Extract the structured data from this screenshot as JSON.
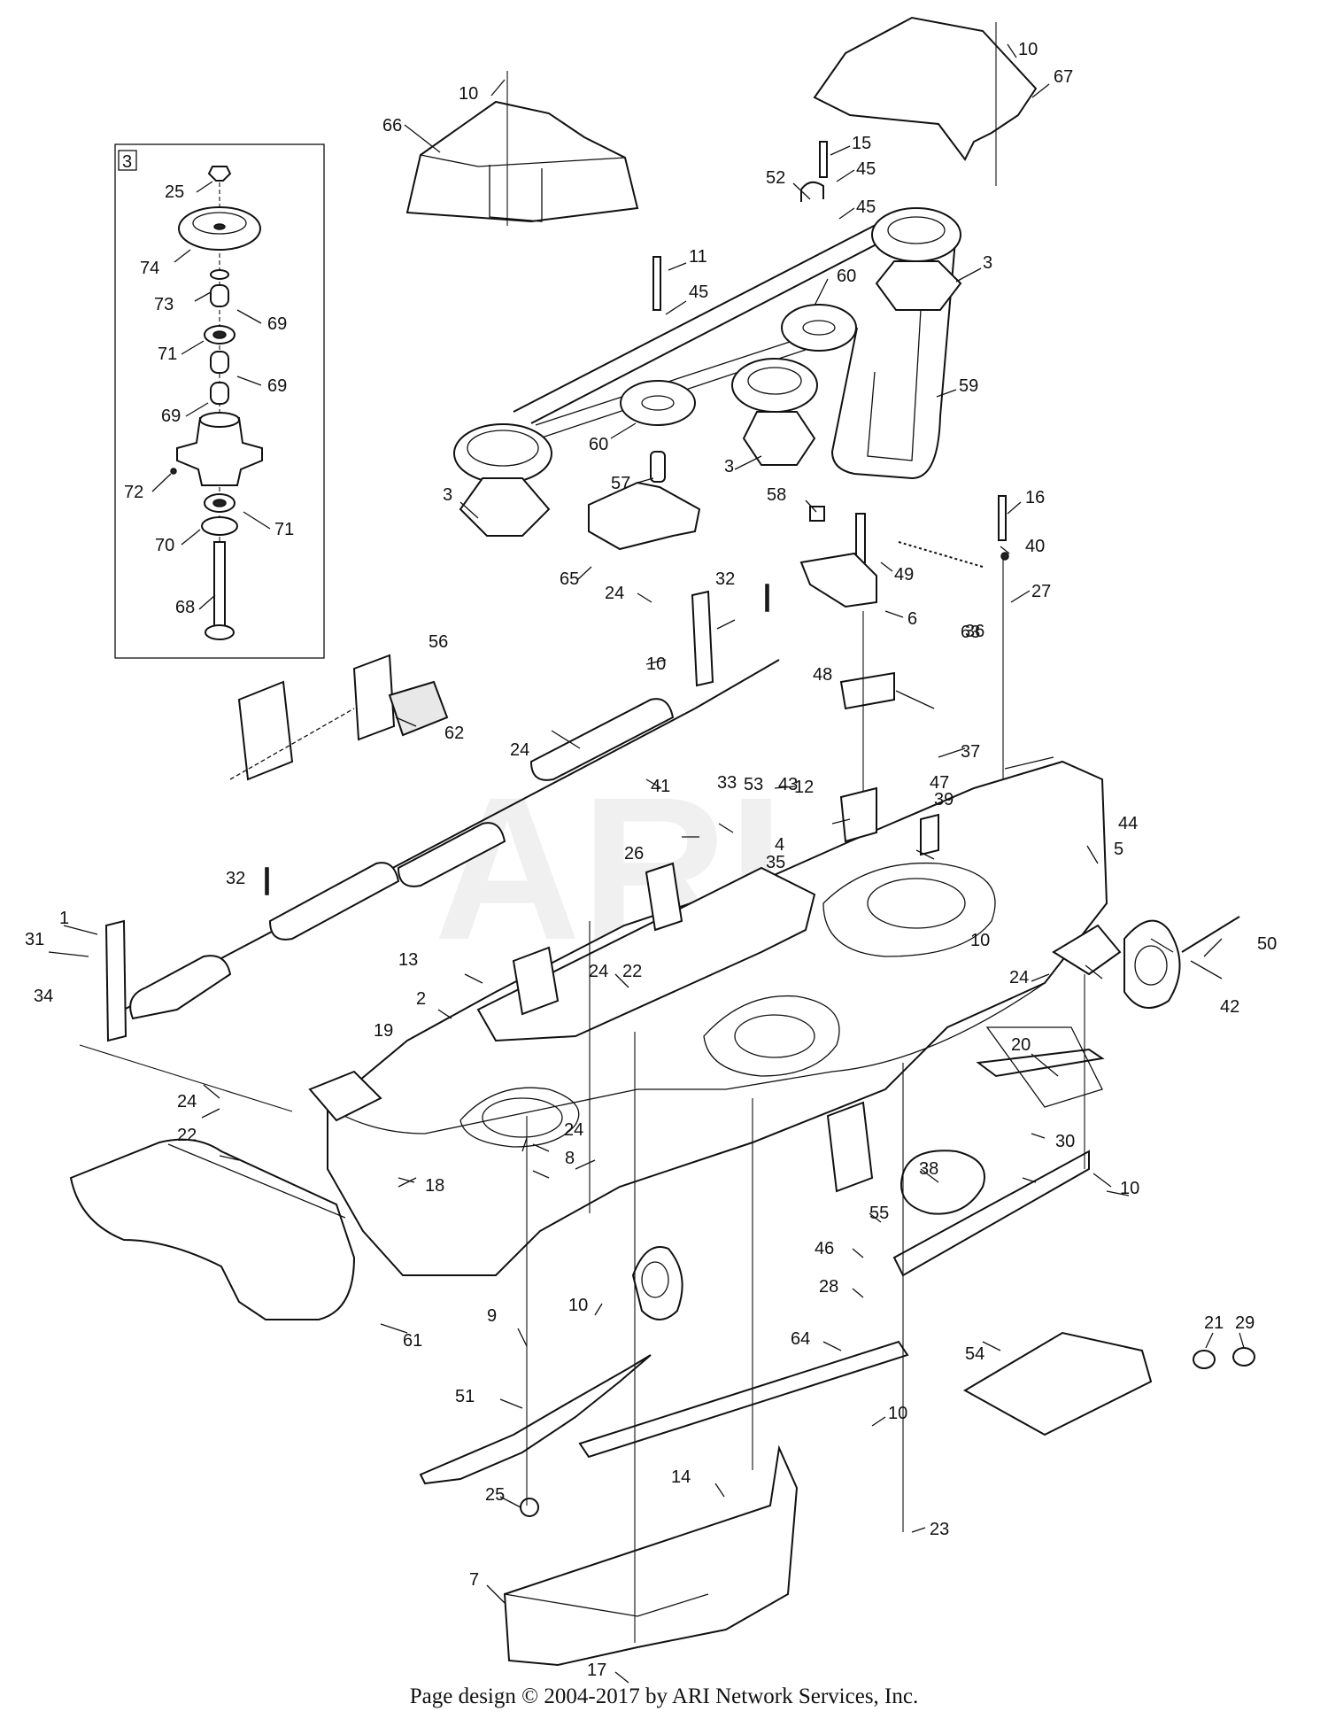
{
  "watermark": "ARI",
  "inset_box_label": "3",
  "footer": "Page design © 2004-2017 by ARI Network Services, Inc.",
  "callouts": [
    {
      "id": "c10a",
      "text": "10"
    },
    {
      "id": "c66",
      "text": "66"
    },
    {
      "id": "c10b",
      "text": "10"
    },
    {
      "id": "c67",
      "text": "67"
    },
    {
      "id": "c15",
      "text": "15"
    },
    {
      "id": "c45a",
      "text": "45"
    },
    {
      "id": "c52",
      "text": "52"
    },
    {
      "id": "c45b",
      "text": "45"
    },
    {
      "id": "c25a",
      "text": "25"
    },
    {
      "id": "c74",
      "text": "74"
    },
    {
      "id": "c73",
      "text": "73"
    },
    {
      "id": "c69a",
      "text": "69"
    },
    {
      "id": "c71a",
      "text": "71"
    },
    {
      "id": "c69b",
      "text": "69"
    },
    {
      "id": "c69c",
      "text": "69"
    },
    {
      "id": "c72",
      "text": "72"
    },
    {
      "id": "c71b",
      "text": "71"
    },
    {
      "id": "c70",
      "text": "70"
    },
    {
      "id": "c68",
      "text": "68"
    },
    {
      "id": "c11",
      "text": "11"
    },
    {
      "id": "c45c",
      "text": "45"
    },
    {
      "id": "c3a",
      "text": "3"
    },
    {
      "id": "c60a",
      "text": "60"
    },
    {
      "id": "c59",
      "text": "59"
    },
    {
      "id": "c60b",
      "text": "60"
    },
    {
      "id": "c3b",
      "text": "3"
    },
    {
      "id": "c57",
      "text": "57"
    },
    {
      "id": "c3c",
      "text": "3"
    },
    {
      "id": "c58",
      "text": "58"
    },
    {
      "id": "c16",
      "text": "16"
    },
    {
      "id": "c40",
      "text": "40"
    },
    {
      "id": "c49",
      "text": "49"
    },
    {
      "id": "c27",
      "text": "27"
    },
    {
      "id": "c65",
      "text": "65"
    },
    {
      "id": "c24a",
      "text": "24"
    },
    {
      "id": "c32a",
      "text": "32"
    },
    {
      "id": "c6",
      "text": "6"
    },
    {
      "id": "c10c",
      "text": "10"
    },
    {
      "id": "c56",
      "text": "56"
    },
    {
      "id": "c48",
      "text": "48"
    },
    {
      "id": "c24b",
      "text": "24"
    },
    {
      "id": "c62",
      "text": "62"
    },
    {
      "id": "c37",
      "text": "37"
    },
    {
      "id": "c63",
      "text": "63"
    },
    {
      "id": "c41",
      "text": "41"
    },
    {
      "id": "c36",
      "text": "36"
    },
    {
      "id": "c33",
      "text": "33"
    },
    {
      "id": "c53",
      "text": "53"
    },
    {
      "id": "c43",
      "text": "43"
    },
    {
      "id": "c12",
      "text": "12"
    },
    {
      "id": "c47",
      "text": "47"
    },
    {
      "id": "c44",
      "text": "44"
    },
    {
      "id": "c39",
      "text": "39"
    },
    {
      "id": "c26",
      "text": "26"
    },
    {
      "id": "c4",
      "text": "4"
    },
    {
      "id": "c35",
      "text": "35"
    },
    {
      "id": "c5",
      "text": "5"
    },
    {
      "id": "c32b",
      "text": "32"
    },
    {
      "id": "c10d",
      "text": "10"
    },
    {
      "id": "c1",
      "text": "1"
    },
    {
      "id": "c50",
      "text": "50"
    },
    {
      "id": "c31",
      "text": "31"
    },
    {
      "id": "c13",
      "text": "13"
    },
    {
      "id": "c24c",
      "text": "24"
    },
    {
      "id": "c22a",
      "text": "22"
    },
    {
      "id": "c24d",
      "text": "24"
    },
    {
      "id": "c42",
      "text": "42"
    },
    {
      "id": "c34",
      "text": "34"
    },
    {
      "id": "c2",
      "text": "2"
    },
    {
      "id": "c20",
      "text": "20"
    },
    {
      "id": "c19",
      "text": "19"
    },
    {
      "id": "c24e",
      "text": "24"
    },
    {
      "id": "c22b",
      "text": "22"
    },
    {
      "id": "c24f",
      "text": "24"
    },
    {
      "id": "c30",
      "text": "30"
    },
    {
      "id": "c8",
      "text": "8"
    },
    {
      "id": "c38",
      "text": "38"
    },
    {
      "id": "c18",
      "text": "18"
    },
    {
      "id": "c10e",
      "text": "10"
    },
    {
      "id": "c55",
      "text": "55"
    },
    {
      "id": "c46",
      "text": "46"
    },
    {
      "id": "c28",
      "text": "28"
    },
    {
      "id": "c9",
      "text": "9"
    },
    {
      "id": "c10f",
      "text": "10"
    },
    {
      "id": "c61",
      "text": "61"
    },
    {
      "id": "c21",
      "text": "21"
    },
    {
      "id": "c29",
      "text": "29"
    },
    {
      "id": "c64",
      "text": "64"
    },
    {
      "id": "c54",
      "text": "54"
    },
    {
      "id": "c51",
      "text": "51"
    },
    {
      "id": "c10g",
      "text": "10"
    },
    {
      "id": "c25b",
      "text": "25"
    },
    {
      "id": "c14",
      "text": "14"
    },
    {
      "id": "c23",
      "text": "23"
    },
    {
      "id": "c7",
      "text": "7"
    },
    {
      "id": "c17",
      "text": "17"
    }
  ]
}
